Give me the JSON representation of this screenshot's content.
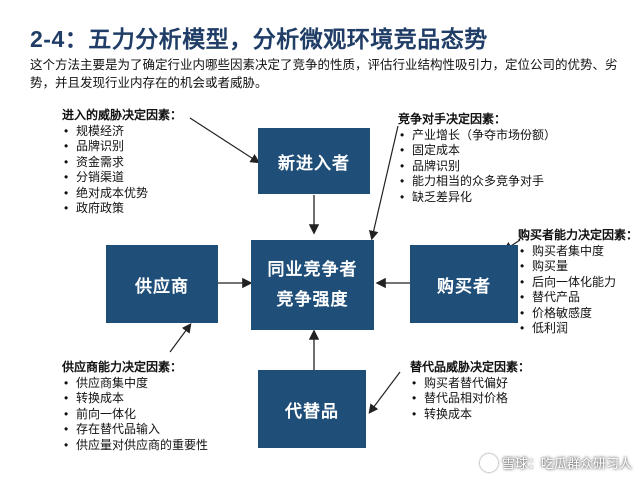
{
  "title": "2-4：五力分析模型，分析微观环境竞品态势",
  "intro": "这个方法主要是为了确定行业内哪些因素决定了竞争的性质，评估行业结构性吸引力，定位公司的优势、劣势，并且发现行业内存在的机会或者威胁。",
  "boxes": {
    "new_entrants": "新进入者",
    "suppliers": "供应商",
    "center_line1": "同业竞争者",
    "center_line2": "竞争强度",
    "buyers": "购买者",
    "substitutes": "代替品"
  },
  "factors": {
    "entry": {
      "title": "进入的威胁决定因素：",
      "items": [
        "规模经济",
        "品牌识别",
        "资金需求",
        "分销渠道",
        "绝对成本优势",
        "政府政策"
      ]
    },
    "rivalry": {
      "title": "竞争对手决定因素：",
      "items": [
        "产业增长（争夺市场份额）",
        "固定成本",
        "品牌识别",
        "能力相当的众多竞争对手",
        "缺乏差异化"
      ]
    },
    "buyer": {
      "title": "购买者能力决定因素：",
      "items": [
        "购买者集中度",
        "购买量",
        "后向一体化能力",
        "替代产品",
        "价格敏感度",
        "低利润"
      ]
    },
    "supplier": {
      "title": "供应商能力决定因素：",
      "items": [
        "供应商集中度",
        "转换成本",
        "前向一体化",
        "存在替代品输入",
        "供应量对供应商的重要性"
      ]
    },
    "substitute": {
      "title": "替代品威胁决定因素：",
      "items": [
        "购买者替代偏好",
        "替代品相对价格",
        "转换成本"
      ]
    }
  },
  "watermark": "雪球：吃瓜群众研习人",
  "colors": {
    "box": "#1f4e79",
    "title": "#1f3d66",
    "line": "#222222"
  }
}
